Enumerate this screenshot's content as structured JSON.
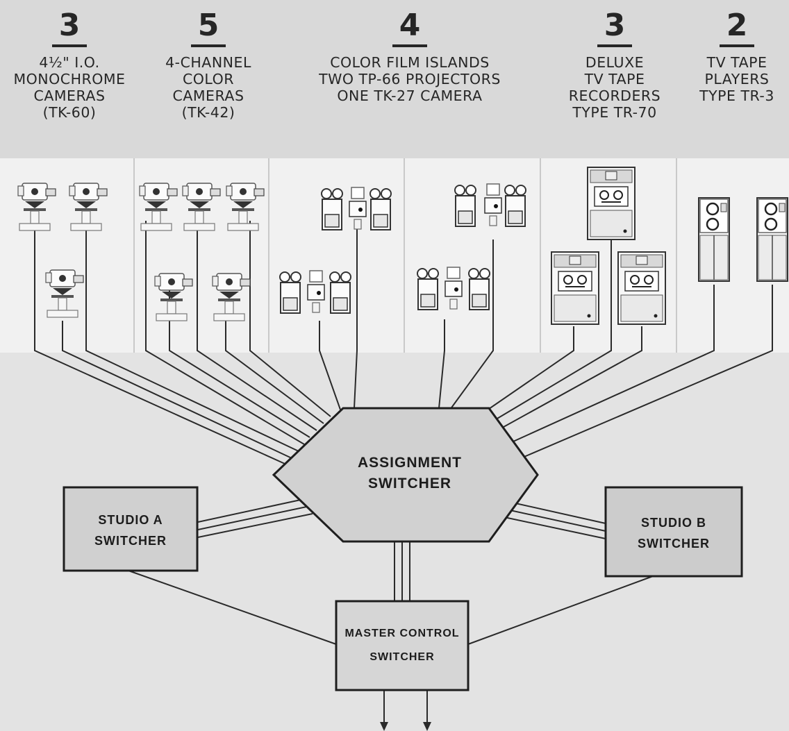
{
  "header": {
    "groups": [
      {
        "count": "3",
        "description": "4½\" I.O.\nMONOCHROME\nCAMERAS\n(TK-60)"
      },
      {
        "count": "5",
        "description": "4-CHANNEL\nCOLOR\nCAMERAS\n(TK-42)"
      },
      {
        "count": "4",
        "description": "COLOR FILM ISLANDS\nTWO TP-66 PROJECTORS\nONE TK-27 CAMERA"
      },
      {
        "count": "3",
        "description": "DELUXE\nTV TAPE\nRECORDERS\nTYPE TR-70"
      },
      {
        "count": "2",
        "description": "TV TAPE\nPLAYERS\nTYPE TR-3"
      }
    ]
  },
  "switchers": {
    "assignment": "ASSIGNMENT\nSWITCHER",
    "studio_a": "STUDIO A\nSWITCHER",
    "studio_b": "STUDIO B\nSWITCHER",
    "master": "MASTER CONTROL\nSWITCHER"
  },
  "colors": {
    "background": "#e3e3e3",
    "header_band": "#d9d9d9",
    "equipment_band": "#f1f1f1",
    "box_fill": "#cfcfcf",
    "line": "#2a2a2a"
  }
}
